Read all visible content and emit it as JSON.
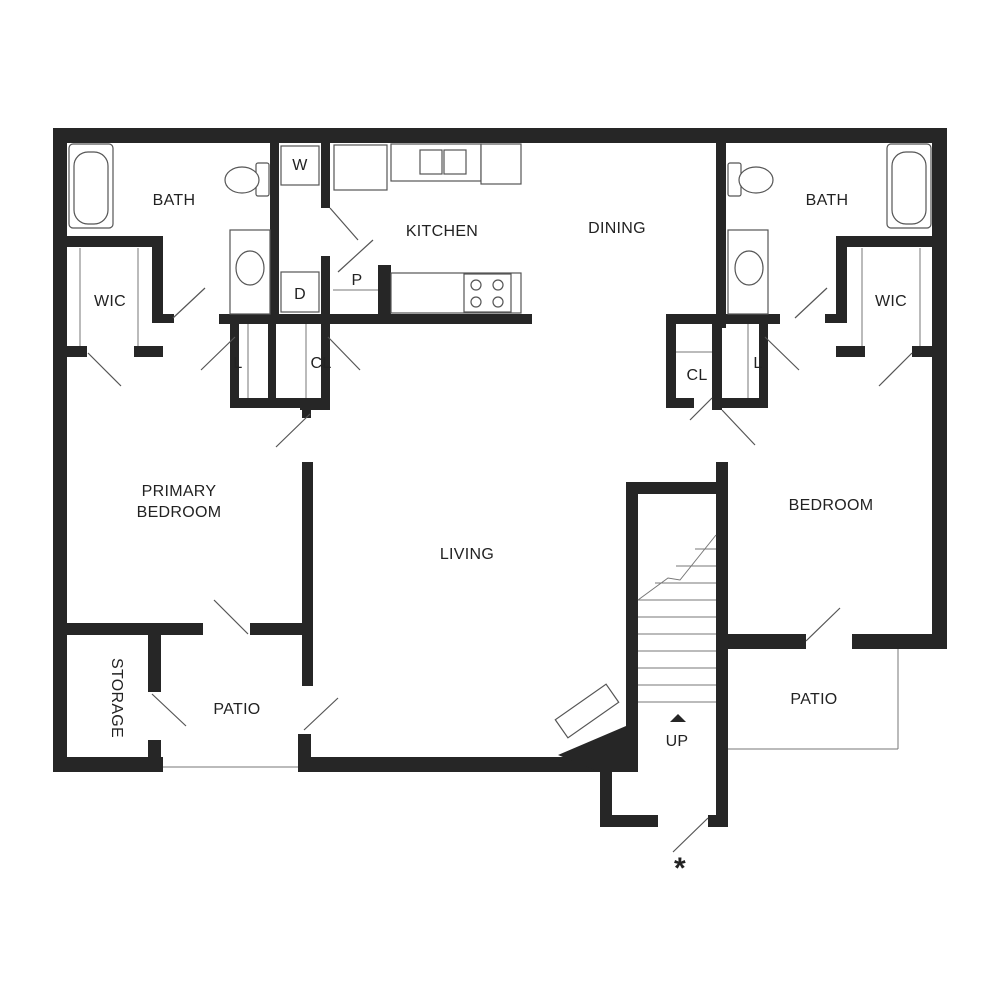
{
  "rooms": {
    "bath_left": "BATH",
    "bath_right": "BATH",
    "wic_left": "WIC",
    "wic_right": "WIC",
    "kitchen": "KITCHEN",
    "dining": "DINING",
    "washer": "W",
    "dryer": "D",
    "pantry": "P",
    "linen_left": "L",
    "linen_right": "L",
    "closet_left": "CL",
    "closet_right": "CL",
    "primary_bedroom_line1": "PRIMARY",
    "primary_bedroom_line2": "BEDROOM",
    "living": "LIVING",
    "bedroom": "BEDROOM",
    "storage": "STORAGE",
    "patio_left": "PATIO",
    "patio_right": "PATIO",
    "stairs_up": "UP"
  },
  "entry_marker": "*",
  "colors": {
    "wall": "#262626",
    "background": "#ffffff"
  }
}
